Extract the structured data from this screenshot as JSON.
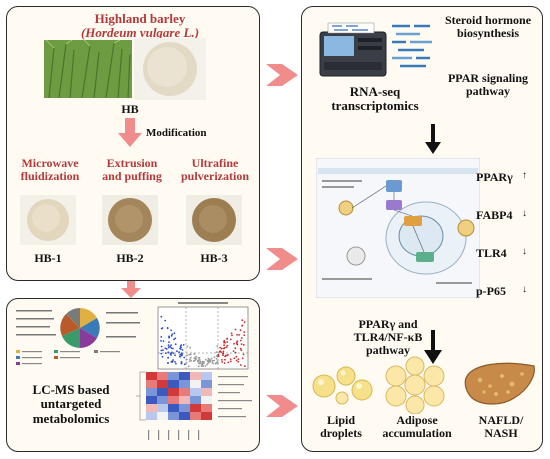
{
  "left_top": {
    "title": "Highland barley",
    "latin": "(Hordeum vulgare L.)",
    "hb_label": "HB",
    "modification": "Modification",
    "methods": [
      {
        "title": "Microwave fluidization",
        "line1": "Microwave",
        "line2": "fluidization",
        "sample": "HB-1"
      },
      {
        "title": "Extrusion and puffing",
        "line1": "Extrusion",
        "line2": "and puffing",
        "sample": "HB-2"
      },
      {
        "title": "Ultrafine pulverization",
        "line1": "Ultrafine",
        "line2": "pulverization",
        "sample": "HB-3"
      }
    ]
  },
  "left_bottom": {
    "label_line1": "LC-MS based",
    "label_line2": "untargeted",
    "label_line3": "metabolomics"
  },
  "right": {
    "rnaseq_line1": "RNA-seq",
    "rnaseq_line2": "transcriptomics",
    "pathway1_line1": "Steroid hormone",
    "pathway1_line2": "biosynthesis",
    "pathway2_line1": "PPAR  signaling",
    "pathway2_line2": "pathway",
    "markers": [
      {
        "name": "PPARγ",
        "arrow": "↑"
      },
      {
        "name": "FABP4",
        "arrow": "↓"
      },
      {
        "name": "TLR4",
        "arrow": "↓"
      },
      {
        "name": "p-P65",
        "arrow": "↓"
      }
    ],
    "mech_line1": "PPARγ and",
    "mech_line2": "TLR4/NF-κB",
    "mech_line3": "pathway",
    "outcomes": [
      {
        "line1": "Lipid",
        "line2": "droplets"
      },
      {
        "line1": "Adipose",
        "line2": "accumulation"
      },
      {
        "line1": "NAFLD/",
        "line2": "NASH"
      }
    ]
  },
  "colors": {
    "accent_red": "#b23a3a",
    "arrow_salmon": "#f08c8c",
    "panel_bg": "#fffaf2"
  }
}
